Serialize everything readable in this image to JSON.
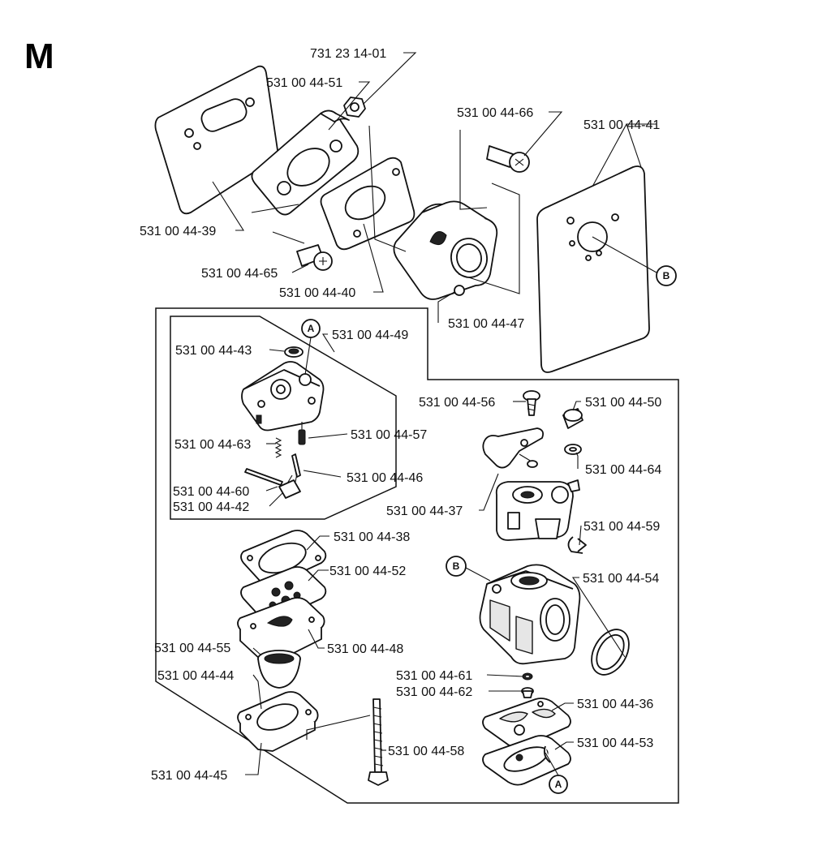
{
  "section_letter": "M",
  "parts": [
    {
      "id": "p1",
      "label": "731 23 14-01"
    },
    {
      "id": "p2",
      "label": "531 00 44-51"
    },
    {
      "id": "p3",
      "label": "531 00 44-66"
    },
    {
      "id": "p4",
      "label": "531 00 44-41"
    },
    {
      "id": "p5",
      "label": "531 00 44-39"
    },
    {
      "id": "p6",
      "label": "531 00 44-65"
    },
    {
      "id": "p7",
      "label": "531 00 44-40"
    },
    {
      "id": "p8",
      "label": "531 00 44-47"
    },
    {
      "id": "p9",
      "label": "531 00 44-43"
    },
    {
      "id": "p10",
      "label": "531 00 44-49"
    },
    {
      "id": "p11",
      "label": "531 00 44-56"
    },
    {
      "id": "p12",
      "label": "531 00 44-50"
    },
    {
      "id": "p13",
      "label": "531 00 44-57"
    },
    {
      "id": "p14",
      "label": "531 00 44-63"
    },
    {
      "id": "p15",
      "label": "531 00 44-64"
    },
    {
      "id": "p16",
      "label": "531 00 44-46"
    },
    {
      "id": "p17",
      "label": "531 00 44-60"
    },
    {
      "id": "p18",
      "label": "531 00 44-42"
    },
    {
      "id": "p19",
      "label": "531 00 44-37"
    },
    {
      "id": "p20",
      "label": "531 00 44-59"
    },
    {
      "id": "p21",
      "label": "531 00 44-38"
    },
    {
      "id": "p22",
      "label": "531 00 44-52"
    },
    {
      "id": "p23",
      "label": "531 00 44-54"
    },
    {
      "id": "p24",
      "label": "531 00 44-55"
    },
    {
      "id": "p25",
      "label": "531 00 44-48"
    },
    {
      "id": "p26",
      "label": "531 00 44-44"
    },
    {
      "id": "p27",
      "label": "531 00 44-61"
    },
    {
      "id": "p28",
      "label": "531 00 44-62"
    },
    {
      "id": "p29",
      "label": "531 00 44-36"
    },
    {
      "id": "p30",
      "label": "531 00 44-53"
    },
    {
      "id": "p31",
      "label": "531 00 44-58"
    },
    {
      "id": "p32",
      "label": "531 00 44-45"
    }
  ],
  "markers": {
    "a": "A",
    "b": "B"
  }
}
